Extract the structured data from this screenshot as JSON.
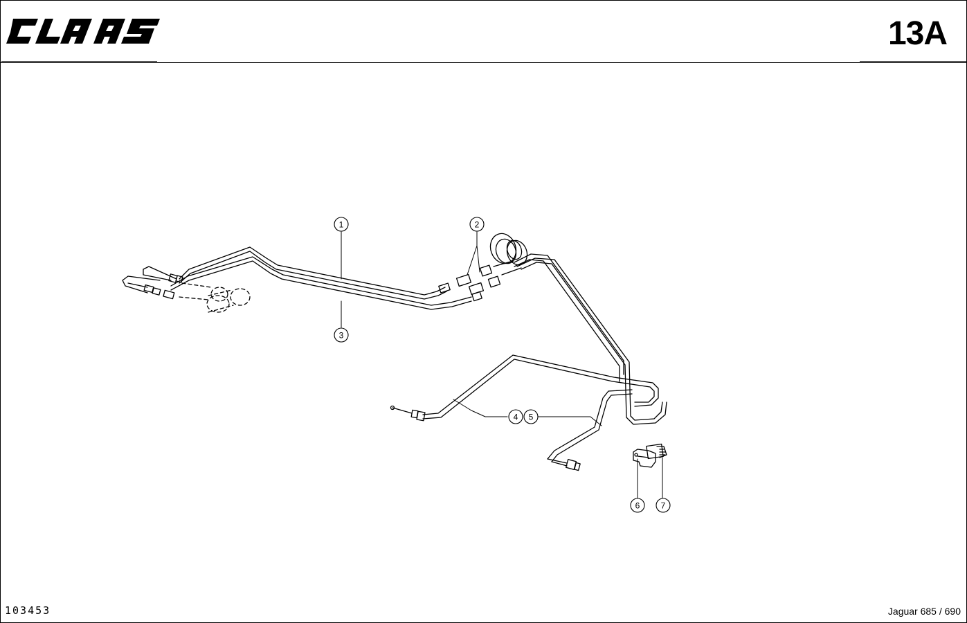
{
  "header": {
    "brand_logo": "CLAAS",
    "page_code": "13A"
  },
  "callouts": [
    "1",
    "2",
    "3",
    "4",
    "5",
    "6",
    "7"
  ],
  "footer": {
    "drawing_number": "103453",
    "model": "Jaguar 685 / 690"
  },
  "colors": {
    "ink": "#000000",
    "paper": "#ffffff"
  }
}
